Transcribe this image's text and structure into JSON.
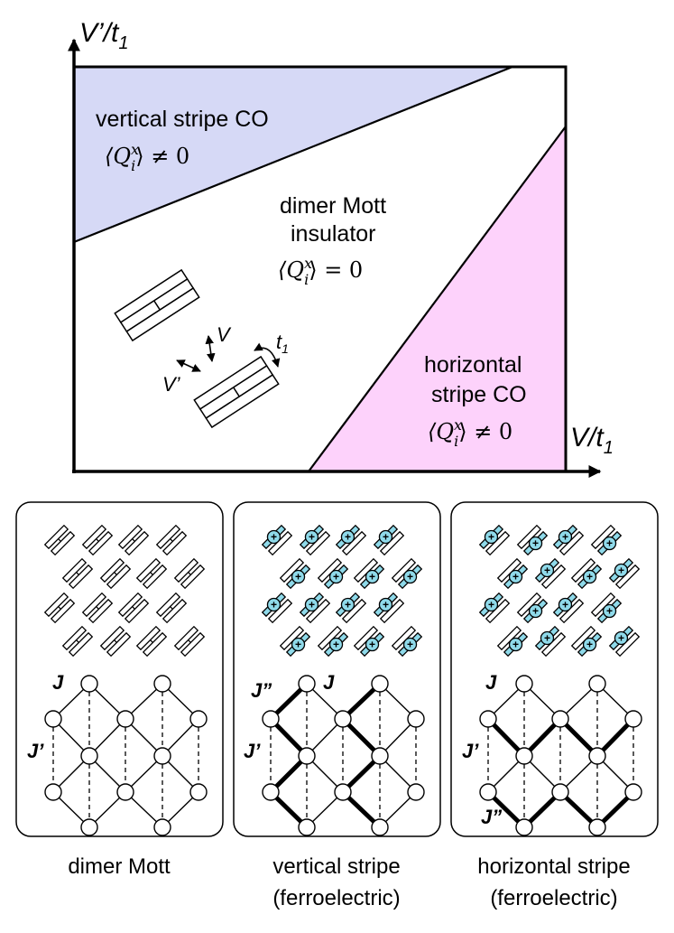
{
  "phase_diagram": {
    "y_axis_label": "V’/t",
    "y_axis_sub": "1",
    "x_axis_label": "V/t",
    "x_axis_sub": "1",
    "regions": {
      "vertical": {
        "name": "vertical stripe CO",
        "order_param": "⟨Q",
        "op_sup": "x",
        "op_sub": "i",
        "op_rel": "⟩ ≠ 0",
        "color": "#d6d9f6"
      },
      "dimer": {
        "name_line1": "dimer Mott",
        "name_line2": "insulator",
        "order_param": "⟨Q",
        "op_sup": "x",
        "op_sub": "i",
        "op_rel": "⟩ = 0",
        "color": "#ffffff"
      },
      "horizontal": {
        "name_line1": "horizontal",
        "name_line2": "stripe CO",
        "order_param": "⟨Q",
        "op_sup": "x",
        "op_sub": "i",
        "op_rel": "⟩ ≠ 0",
        "color": "#fdd2fb"
      }
    },
    "inset_labels": {
      "V": "V",
      "Vprime": "V’",
      "t1": "t",
      "t1_sub": "1"
    }
  },
  "panels": [
    {
      "caption_line1": "dimer Mott",
      "caption_line2": "",
      "J": "J",
      "Jp": "J’",
      "Jpp": ""
    },
    {
      "caption_line1": "vertical stripe",
      "caption_line2": "(ferroelectric)",
      "J": "J",
      "Jp": "J’",
      "Jpp": "J”"
    },
    {
      "caption_line1": "horizontal stripe",
      "caption_line2": "(ferroelectric)",
      "J": "J",
      "Jp": "J’",
      "Jpp": "J”"
    }
  ],
  "charge_symbol": "+",
  "charge_color": "#8fdaea"
}
